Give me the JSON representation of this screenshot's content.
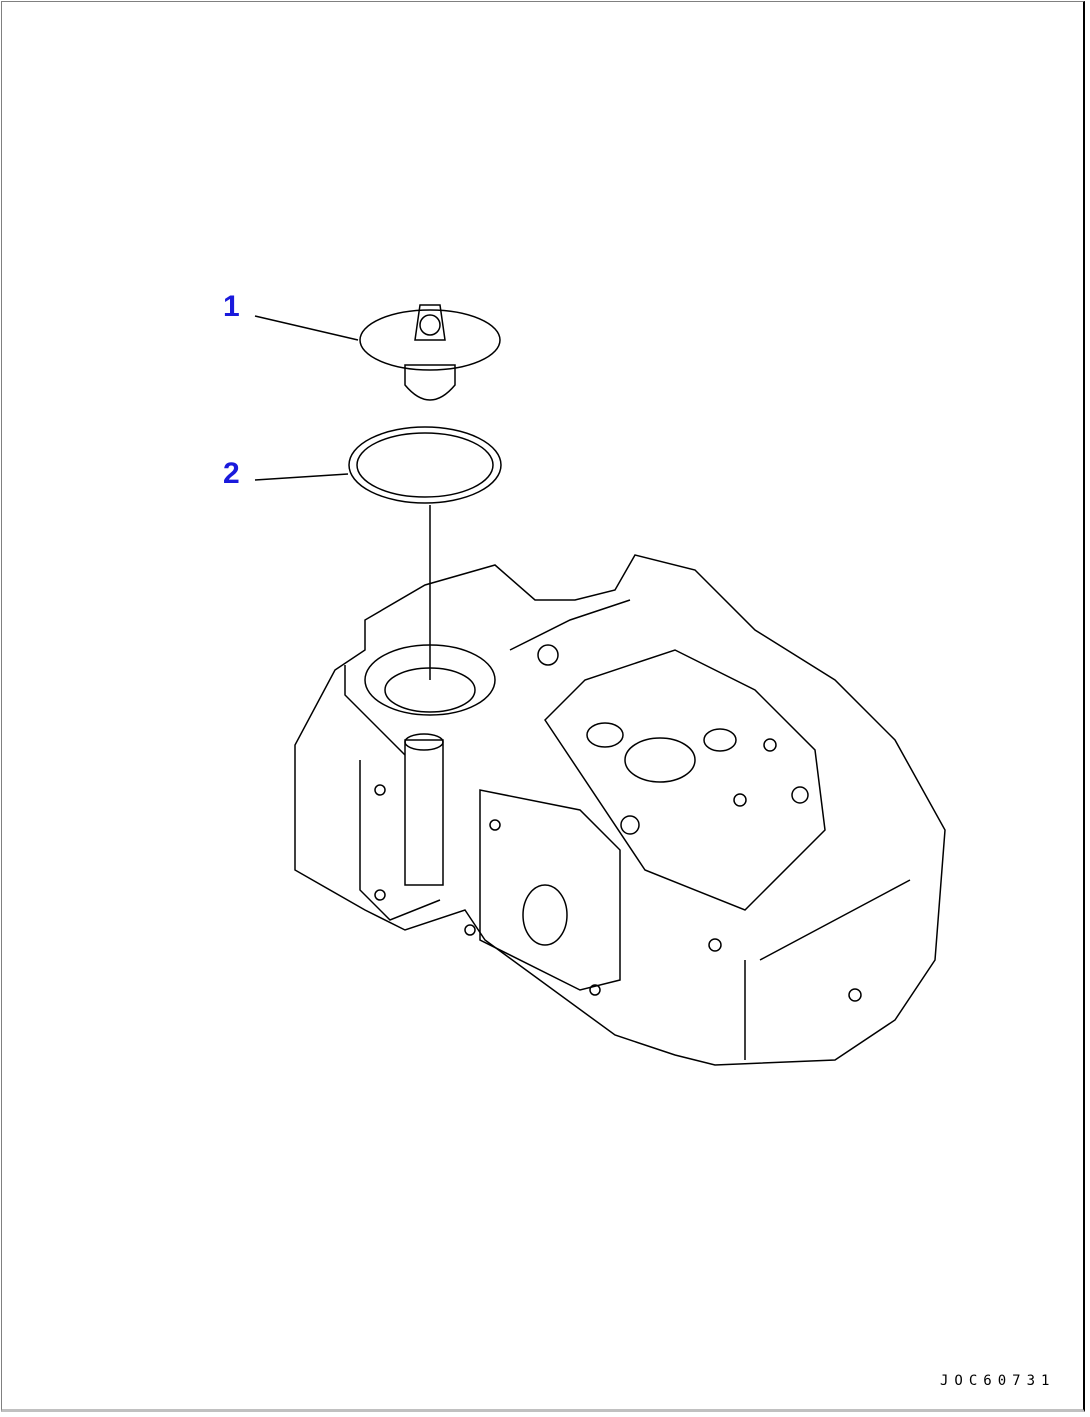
{
  "callouts": [
    {
      "number": "1",
      "part": "thermostat"
    },
    {
      "number": "2",
      "part": "o-ring"
    }
  ],
  "drawing_code": "JOC60731"
}
